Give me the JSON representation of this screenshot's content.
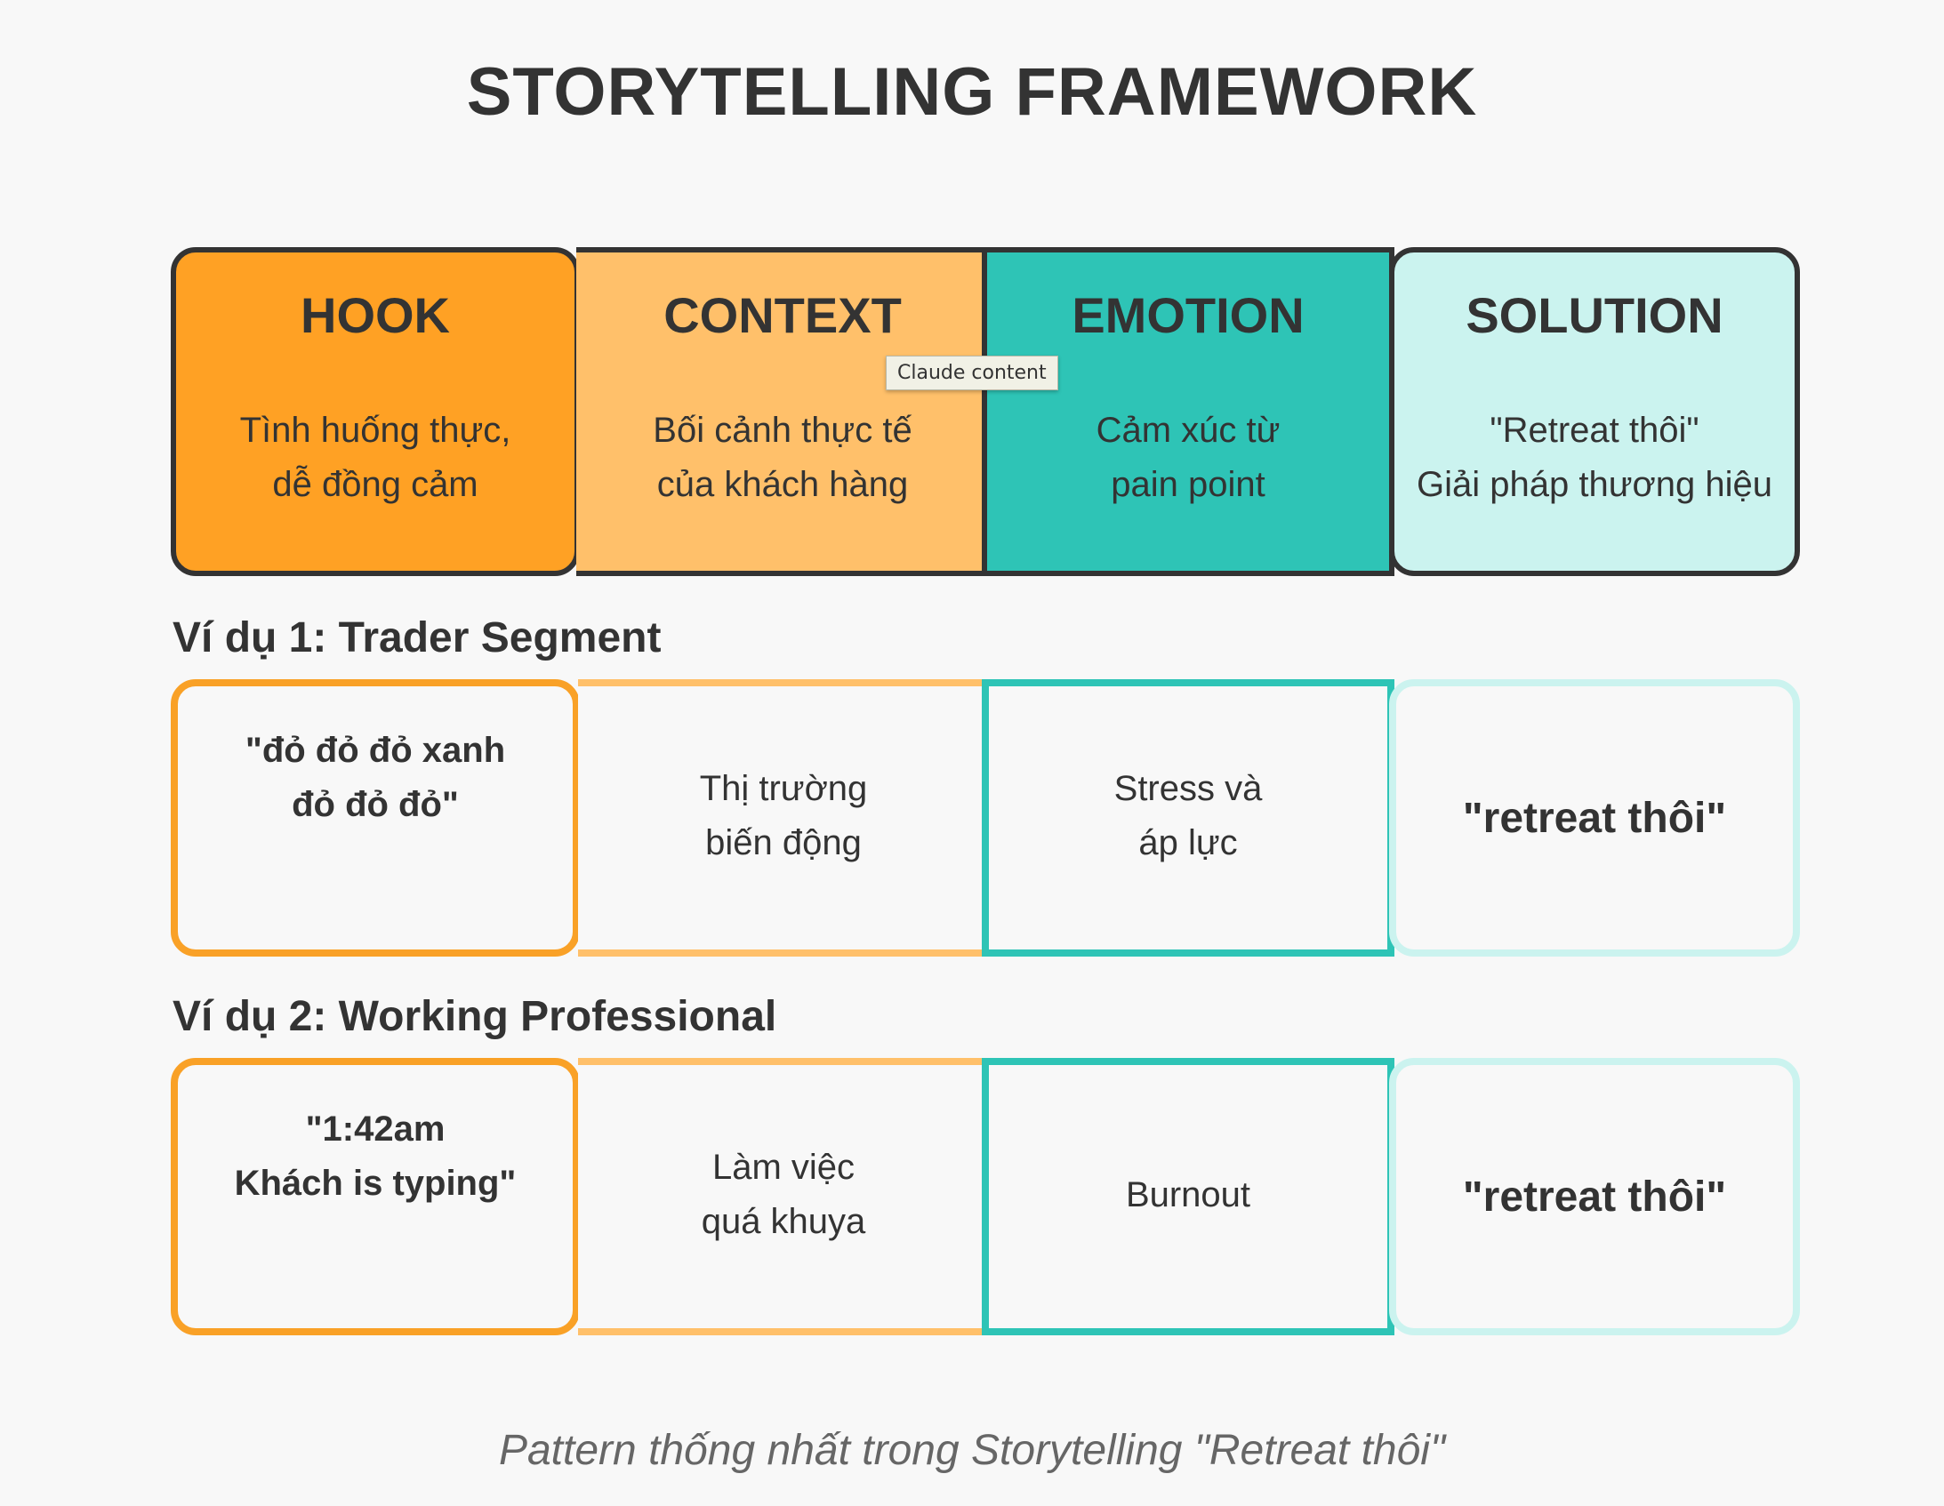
{
  "title": "STORYTELLING FRAMEWORK",
  "columns": [
    {
      "head": "HOOK",
      "desc_line1": "Tình huống thực,",
      "desc_line2": "dễ đồng cảm",
      "color": "#ffa124"
    },
    {
      "head": "CONTEXT",
      "desc_line1": "Bối cảnh thực tế",
      "desc_line2": "của khách hàng",
      "color": "#ffc06a"
    },
    {
      "head": "EMOTION",
      "desc_line1": "Cảm xúc từ",
      "desc_line2": "pain point",
      "color": "#2ec4b6"
    },
    {
      "head": "SOLUTION",
      "desc_line1": "\"Retreat thôi\"",
      "desc_line2": "Giải pháp thương hiệu",
      "color": "#cbf3ef"
    }
  ],
  "tooltip": "Claude content",
  "example1": {
    "title": "Ví dụ 1: Trader Segment",
    "hook_line1": "\"đỏ đỏ đỏ xanh",
    "hook_line2": "đỏ đỏ đỏ\"",
    "context_line1": "Thị trường",
    "context_line2": "biến động",
    "emotion_line1": "Stress và",
    "emotion_line2": "áp lực",
    "solution": "\"retreat thôi\""
  },
  "example2": {
    "title": "Ví dụ 2: Working Professional",
    "hook_line1": "\"1:42am",
    "hook_line2": "Khách is typing\"",
    "context_line1": "Làm việc",
    "context_line2": "quá khuya",
    "emotion": "Burnout",
    "solution": "\"retreat thôi\""
  },
  "footer": "Pattern thống nhất trong Storytelling \"Retreat thôi\""
}
